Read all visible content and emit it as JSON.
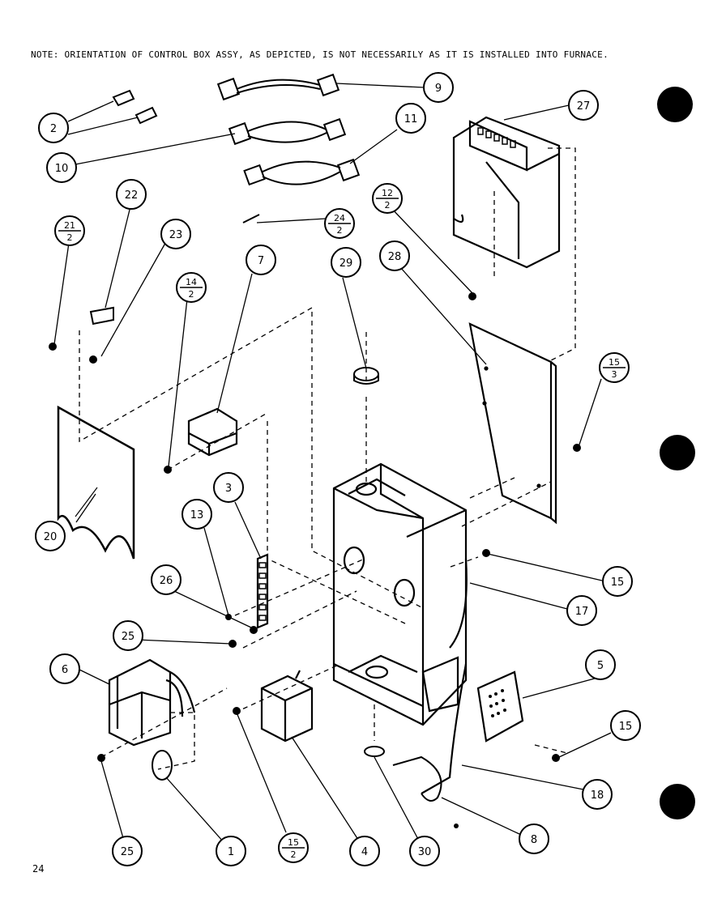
{
  "note": "NOTE: ORIENTATION OF CONTROL BOX ASSY, AS DEPICTED, IS NOT NECESSARILY AS IT IS INSTALLED INTO FURNACE.",
  "page_number": "24",
  "callouts": {
    "c1": "1",
    "c2": "2",
    "c3": "3",
    "c4": "4",
    "c5": "5",
    "c6": "6",
    "c7": "7",
    "c8": "8",
    "c9": "9",
    "c10": "10",
    "c11": "11",
    "c13": "13",
    "c15a": "15",
    "c15b": "15",
    "c17": "17",
    "c18": "18",
    "c20": "20",
    "c22": "22",
    "c23": "23",
    "c25a": "25",
    "c25b": "25",
    "c26": "26",
    "c27": "27",
    "c28": "28",
    "c29": "29",
    "c30": "30"
  },
  "fractions": {
    "f21": {
      "num": "21",
      "den": "2"
    },
    "f14": {
      "num": "14",
      "den": "2"
    },
    "f24": {
      "num": "24",
      "den": "2"
    },
    "f12": {
      "num": "12",
      "den": "2"
    },
    "f15_3": {
      "num": "15",
      "den": "3"
    },
    "f15_2": {
      "num": "15",
      "den": "2"
    }
  }
}
